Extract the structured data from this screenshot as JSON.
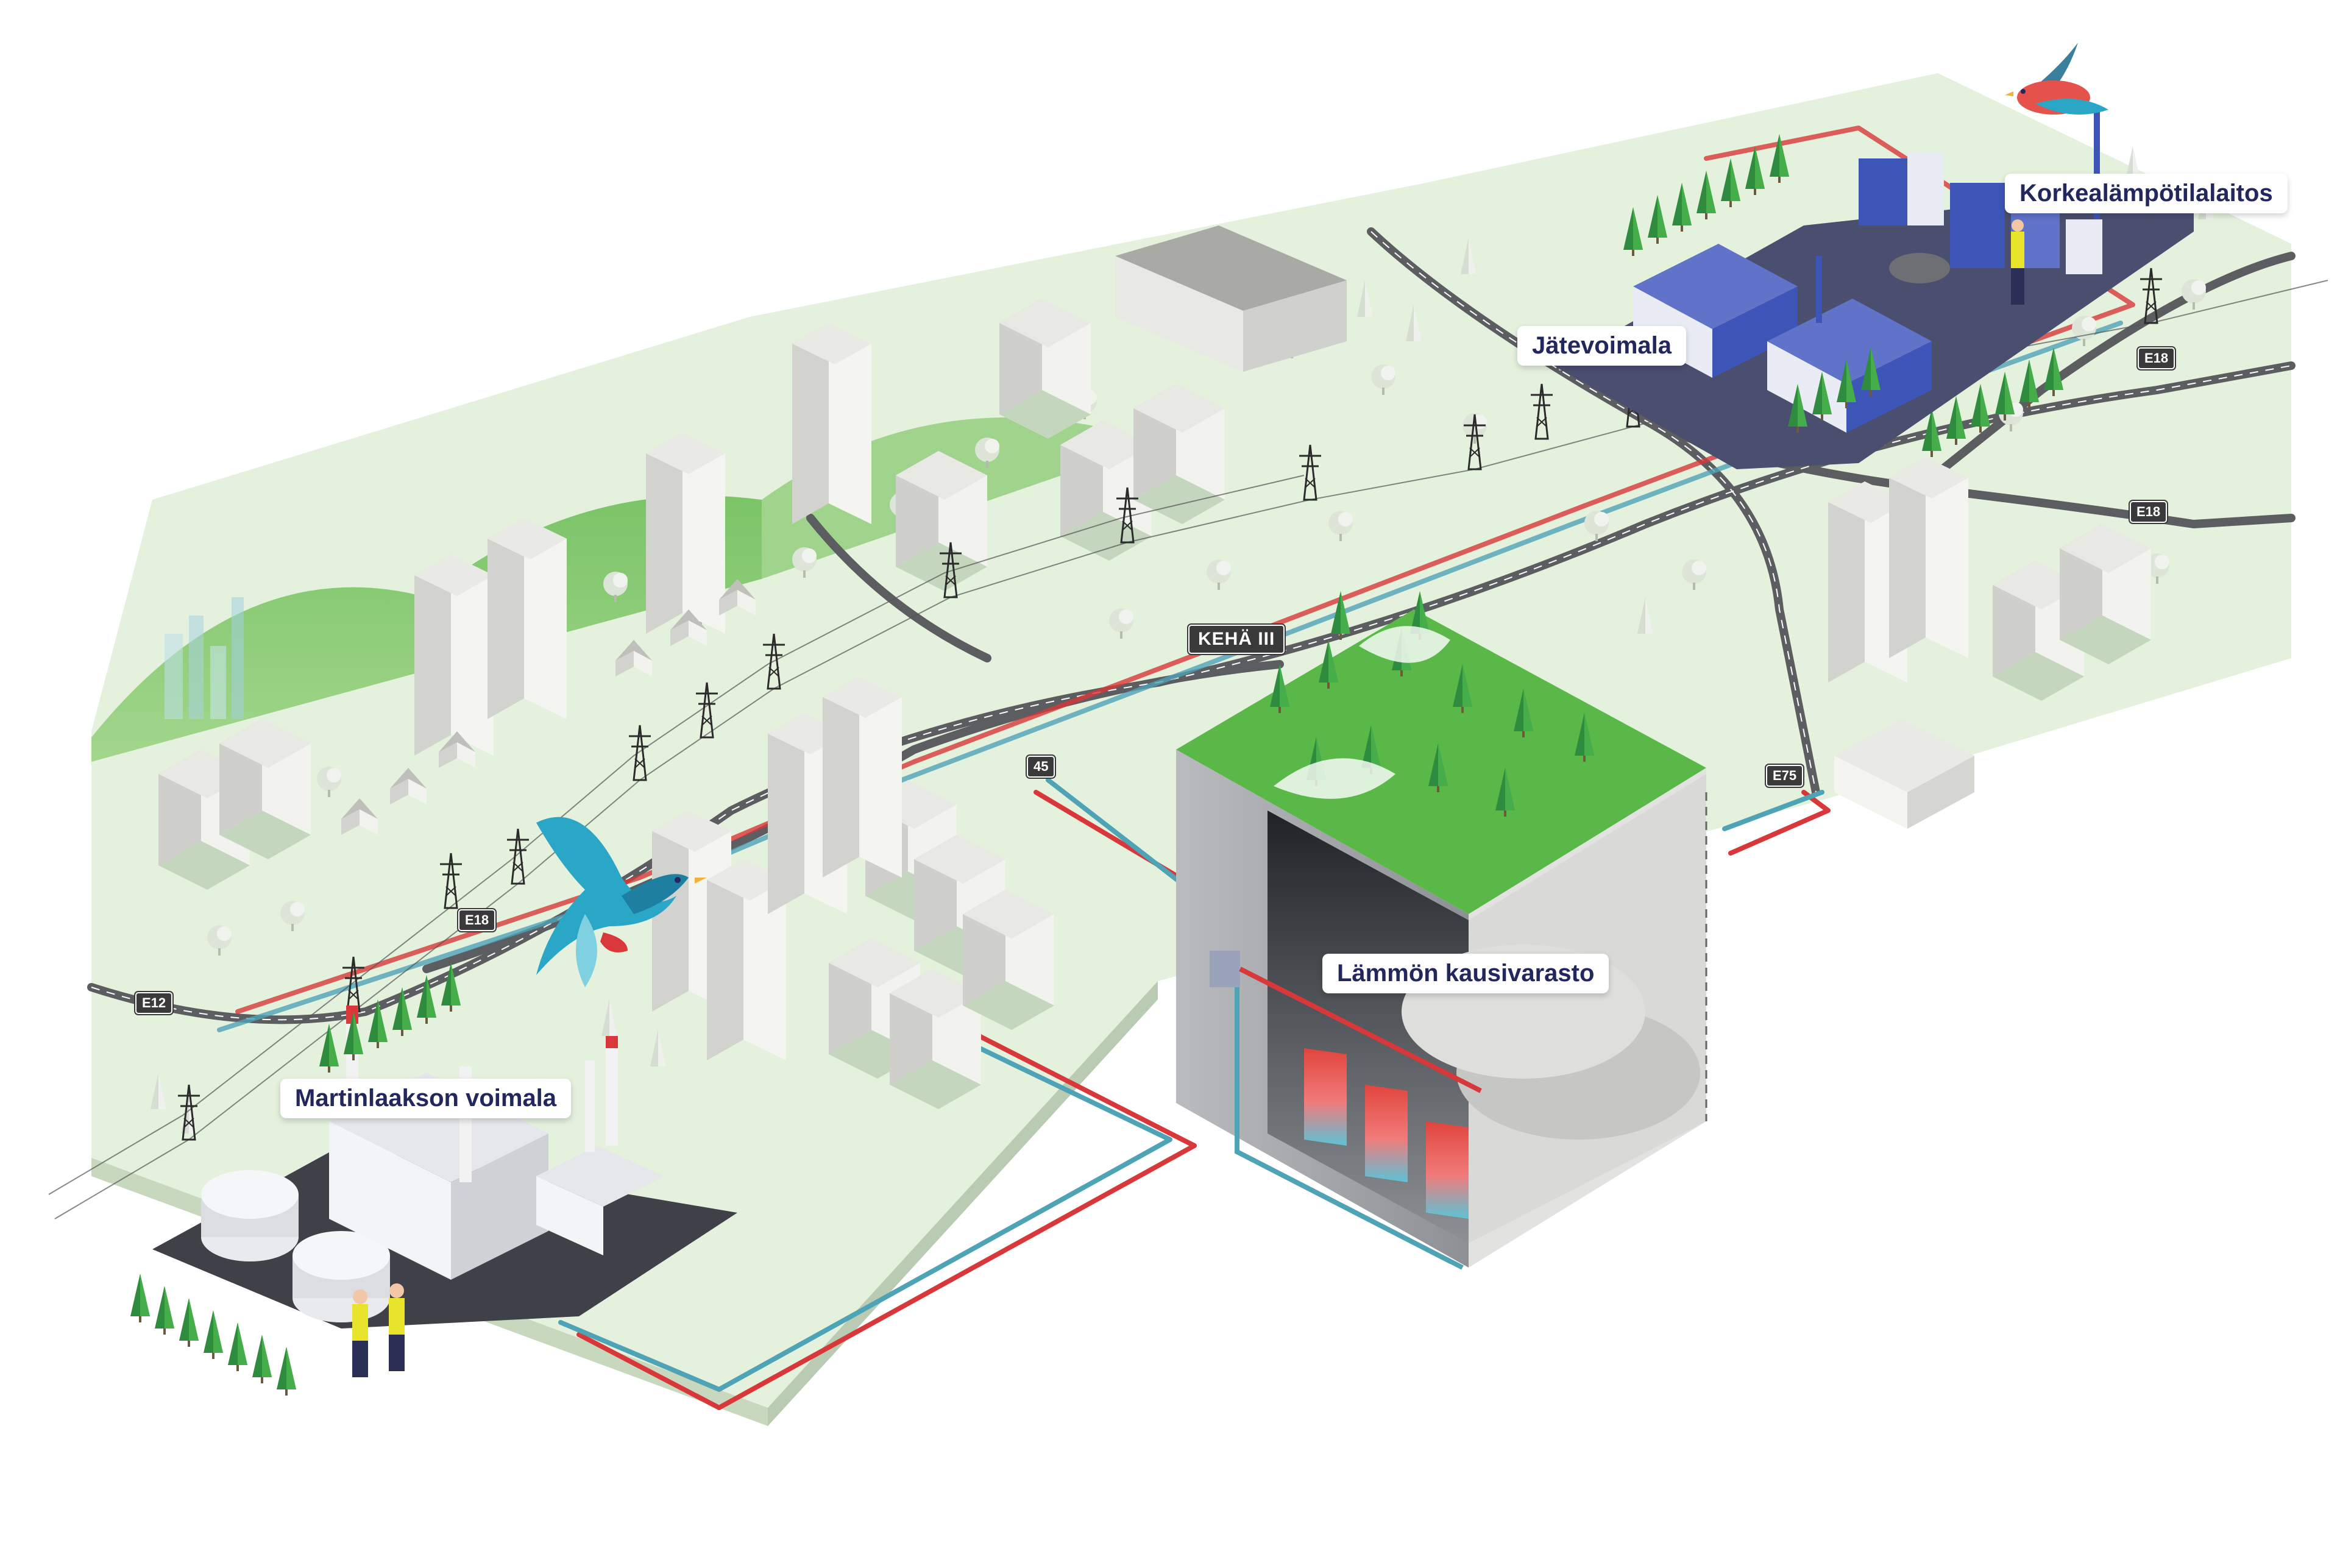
{
  "labels": {
    "martinlaakso": "Martinlaakson voimala",
    "jatevoimala": "Jätevoimala",
    "korkea": "Korkealämpötilalaitos",
    "lammon": "Lämmön kausivarasto"
  },
  "roads": {
    "e12": "E12",
    "e18_west": "E18",
    "r45": "45",
    "keha": "KEHÄ III",
    "e75": "E75",
    "e18_north": "E18",
    "e18_east": "E18"
  },
  "colors": {
    "ground": "#e3f0dc",
    "ground_edge": "#c6d8bd",
    "road": "#5b5d61",
    "hot_pipe": "#d8383a",
    "cold_pipe": "#4fa3b6",
    "tree_dark": "#2e8b3e",
    "tree_light": "#4cb04a",
    "label_text": "#22275e",
    "plant_blue": "#3d55b6"
  },
  "icons": [
    "bird-blue-icon",
    "bird-red-icon",
    "worker-icon",
    "tree-icon",
    "pylon-icon",
    "storage-tank-icon"
  ]
}
